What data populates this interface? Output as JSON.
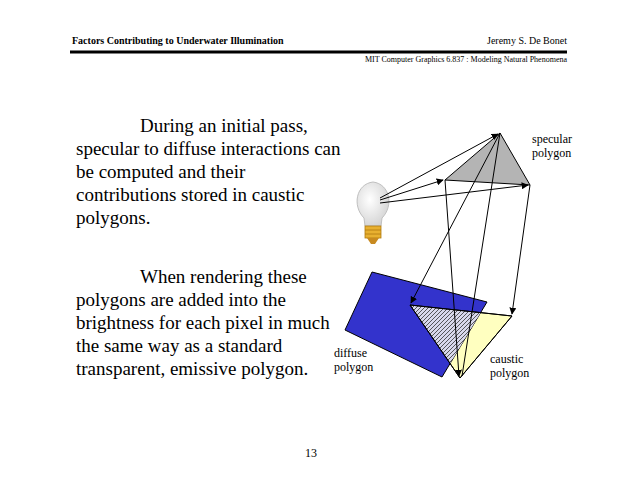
{
  "diagram": {
    "title": "Factors Contributing to Underwater Illumination",
    "labels": [
      "Jeremy S. De Bonet",
      "MIT Computer Graphics 6.837 : Modeling Natural Phenomena",
      "During an initial pass, specular to diffuse interactions can be computed and their contributions stored in caustic polygons.",
      "When rendering these polygons are added into the brightness for each pixel in much the same way as a standard transparent, emissive polygon.",
      "specular polygon",
      "diffuse polygon",
      "caustic polygon",
      "13"
    ]
  }
}
